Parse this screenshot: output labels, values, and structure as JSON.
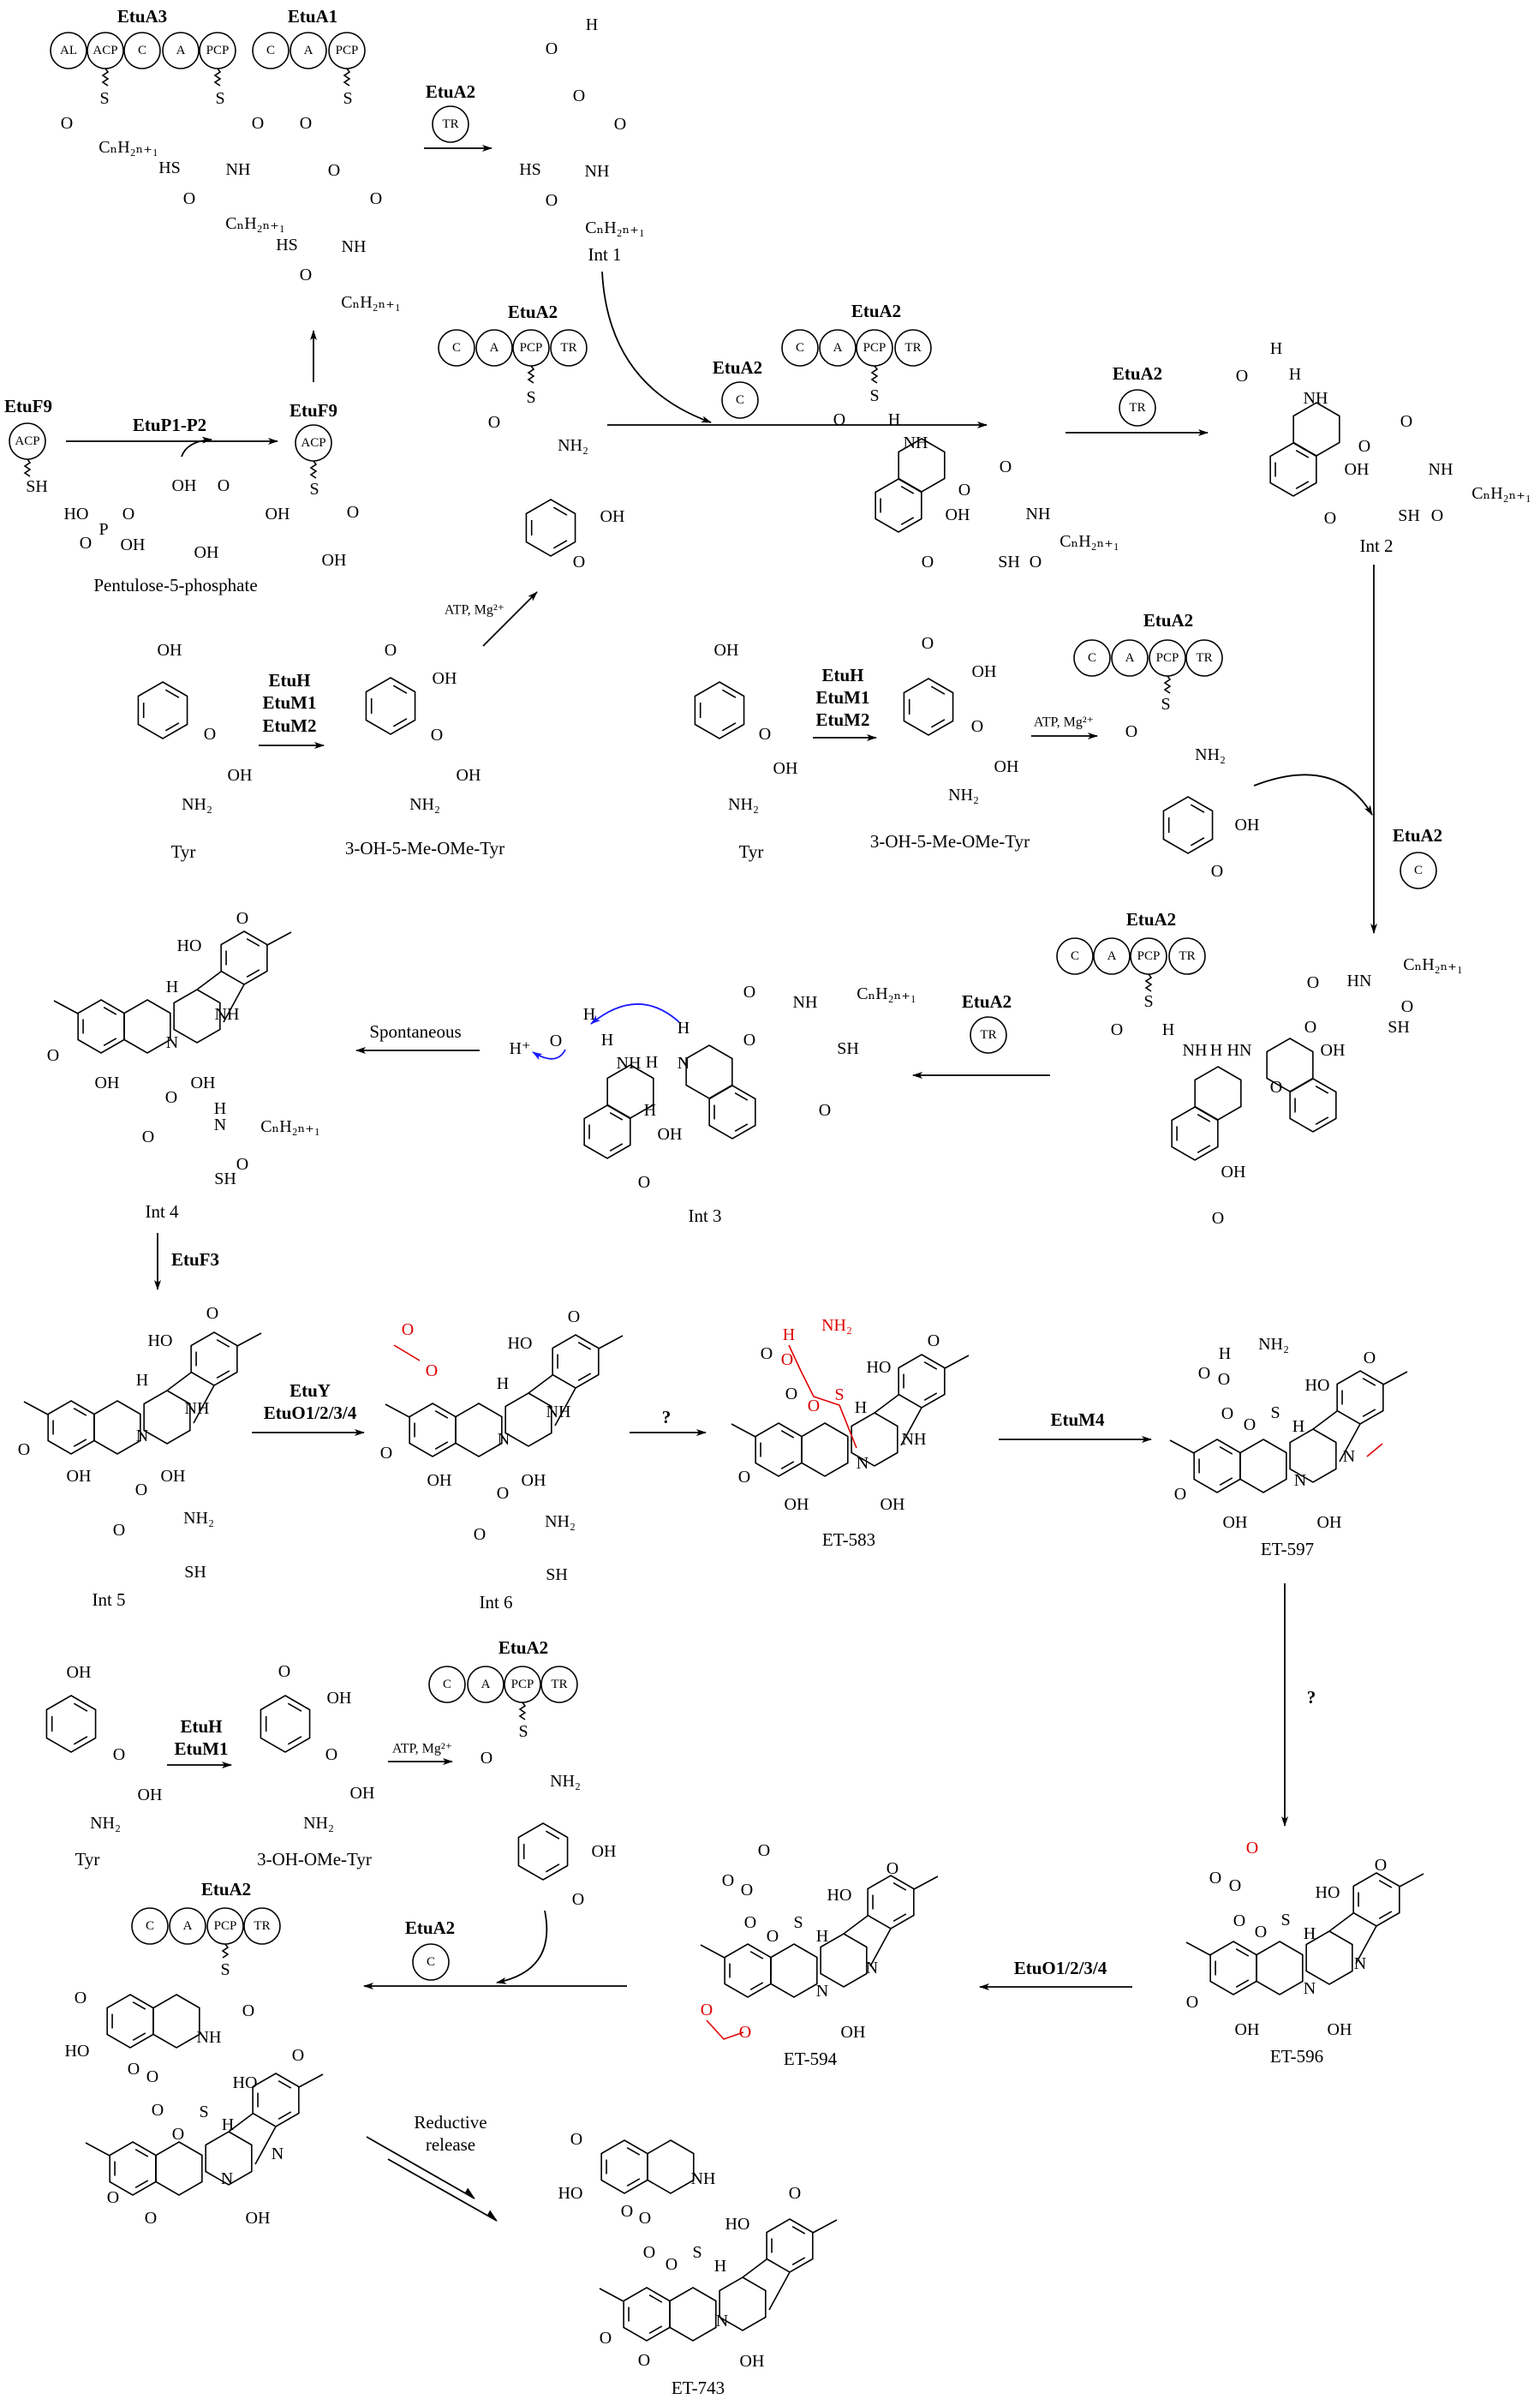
{
  "enzymes": {
    "EtuA3": "EtuA3",
    "EtuA1": "EtuA1",
    "EtuA2": "EtuA2",
    "EtuF9": "EtuF9",
    "EtuP1P2": "EtuP1-P2",
    "EtuH": "EtuH",
    "EtuM1": "EtuM1",
    "EtuM2": "EtuM2",
    "EtuF3": "EtuF3",
    "EtuY": "EtuY",
    "EtuO": "EtuO1/2/3/4",
    "EtuM4": "EtuM4"
  },
  "domains": {
    "AL": "AL",
    "ACP": "ACP",
    "C": "C",
    "A": "A",
    "PCP": "PCP",
    "TR": "TR"
  },
  "compounds": {
    "int1": "Int 1",
    "int2": "Int 2",
    "int3": "Int 3",
    "int4": "Int 4",
    "int5": "Int 5",
    "int6": "Int 6",
    "pentulose": "Pentulose-5-phosphate",
    "tyr": "Tyr",
    "tyr_mod1": "3-OH-5-Me-OMe-Tyr",
    "tyr_mod2": "3-OH-OMe-Tyr",
    "et583": "ET-583",
    "et597": "ET-597",
    "et596": "ET-596",
    "et594": "ET-594",
    "et743": "ET-743"
  },
  "conditions": {
    "atp": "ATP, Mg²⁺",
    "spontaneous": "Spontaneous",
    "unknown": "?",
    "reductive": "Reductive",
    "release": "release"
  },
  "atoms": {
    "OH": "OH",
    "HO": "HO",
    "O": "O",
    "S": "S",
    "SH": "SH",
    "HS": "HS",
    "H": "H",
    "N": "N",
    "NH": "NH",
    "HN": "HN",
    "NH2": "NH₂",
    "CnH": "CₙH₂ₙ₊₁",
    "P": "P",
    "Hplus": "H⁺"
  },
  "colors": {
    "highlight_red": "#e00000",
    "electron_arrow_blue": "#1a1aff",
    "ink": "#000000"
  }
}
